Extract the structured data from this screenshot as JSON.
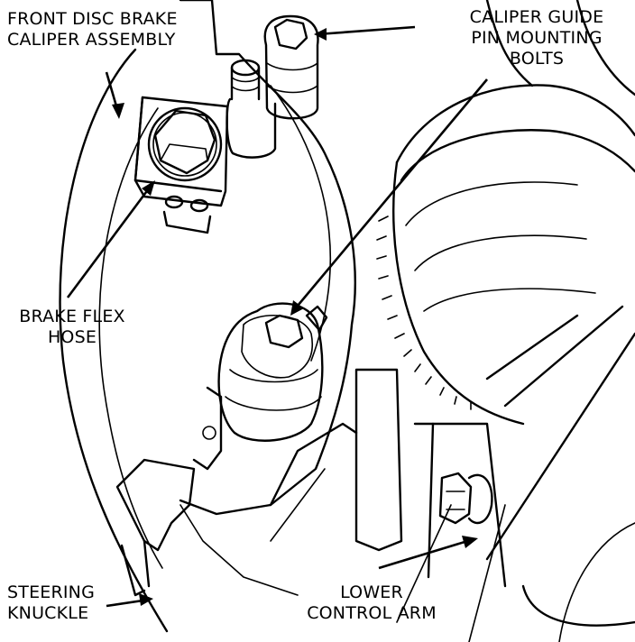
{
  "figure": {
    "type": "technical-illustration",
    "subject": "front disc brake caliper removal/installation view",
    "ink_color": "#000000",
    "background_color": "#ffffff"
  },
  "callouts": [
    {
      "id": "front-disc-brake-caliper-assembly",
      "lines": [
        "FRONT DISC BRAKE",
        "CALIPER ASSEMBLY"
      ]
    },
    {
      "id": "caliper-guide-pin-mounting-bolts",
      "lines": [
        "CALIPER GUIDE",
        "PIN MOUNTING",
        "BOLTS"
      ]
    },
    {
      "id": "brake-flex-hose",
      "lines": [
        "BRAKE FLEX",
        "HOSE"
      ]
    },
    {
      "id": "steering-knuckle",
      "lines": [
        "STEERING",
        "KNUCKLE"
      ]
    },
    {
      "id": "lower-control-arm",
      "lines": [
        "LOWER",
        "CONTROL ARM"
      ]
    }
  ]
}
